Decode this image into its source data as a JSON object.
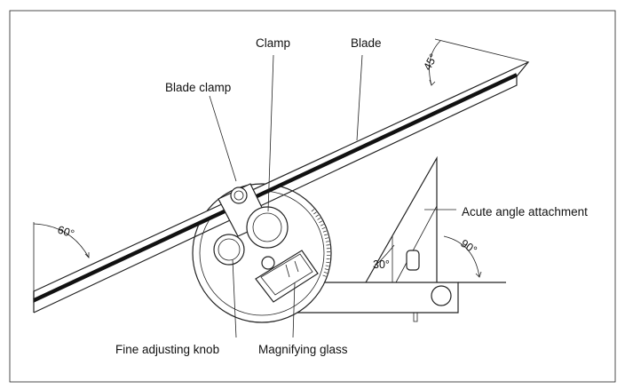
{
  "labels": {
    "clamp": "Clamp",
    "blade": "Blade",
    "blade_clamp": "Blade clamp",
    "acute_angle_attachment": "Acute angle attachment",
    "fine_adjusting_knob": "Fine adjusting knob",
    "magnifying_glass": "Magnifying glass"
  },
  "angles": {
    "a45": "45°",
    "a60": "60°",
    "a30": "30°",
    "a90": "90°"
  },
  "colors": {
    "ink": "#222222",
    "background": "#ffffff"
  }
}
